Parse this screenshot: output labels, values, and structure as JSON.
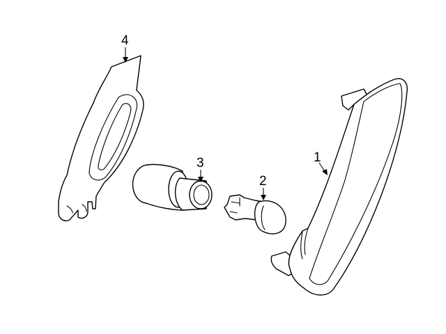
{
  "diagram": {
    "callouts": {
      "part1": "1",
      "part2": "2",
      "part3": "3",
      "part4": "4"
    },
    "line_color": "#000000",
    "background": "#ffffff"
  }
}
